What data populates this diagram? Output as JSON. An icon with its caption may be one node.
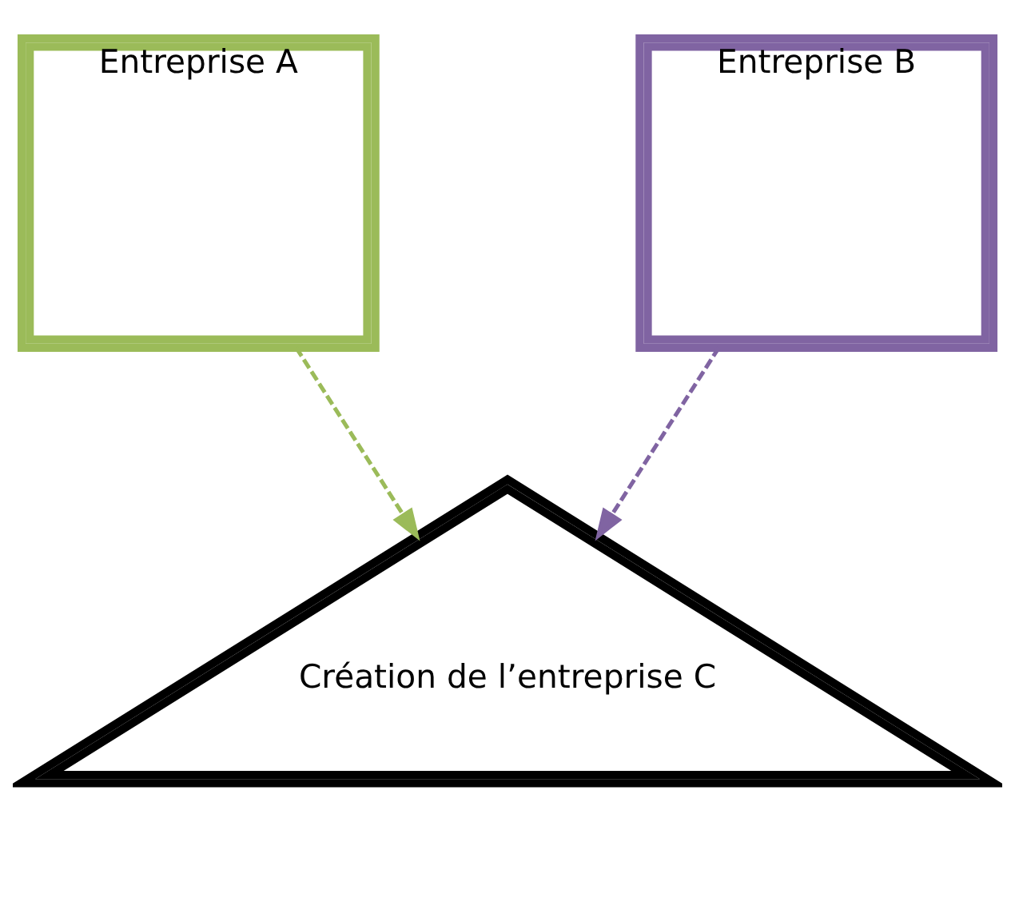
{
  "diagram": {
    "nodes": [
      {
        "text": [
          "Entreprise A"
        ]
      },
      {
        "text": [
          "Entreprise B"
        ]
      },
      {
        "text": [
          "Création de l’entreprise C"
        ]
      }
    ],
    "edges": [
      {
        "from": 0,
        "to": 2,
        "arrow": "to",
        "style": "dashed",
        "color": "#9bbb59"
      },
      {
        "from": 1,
        "to": 2,
        "arrow": "to",
        "style": "dashed",
        "color": "#8064a2"
      }
    ]
  }
}
